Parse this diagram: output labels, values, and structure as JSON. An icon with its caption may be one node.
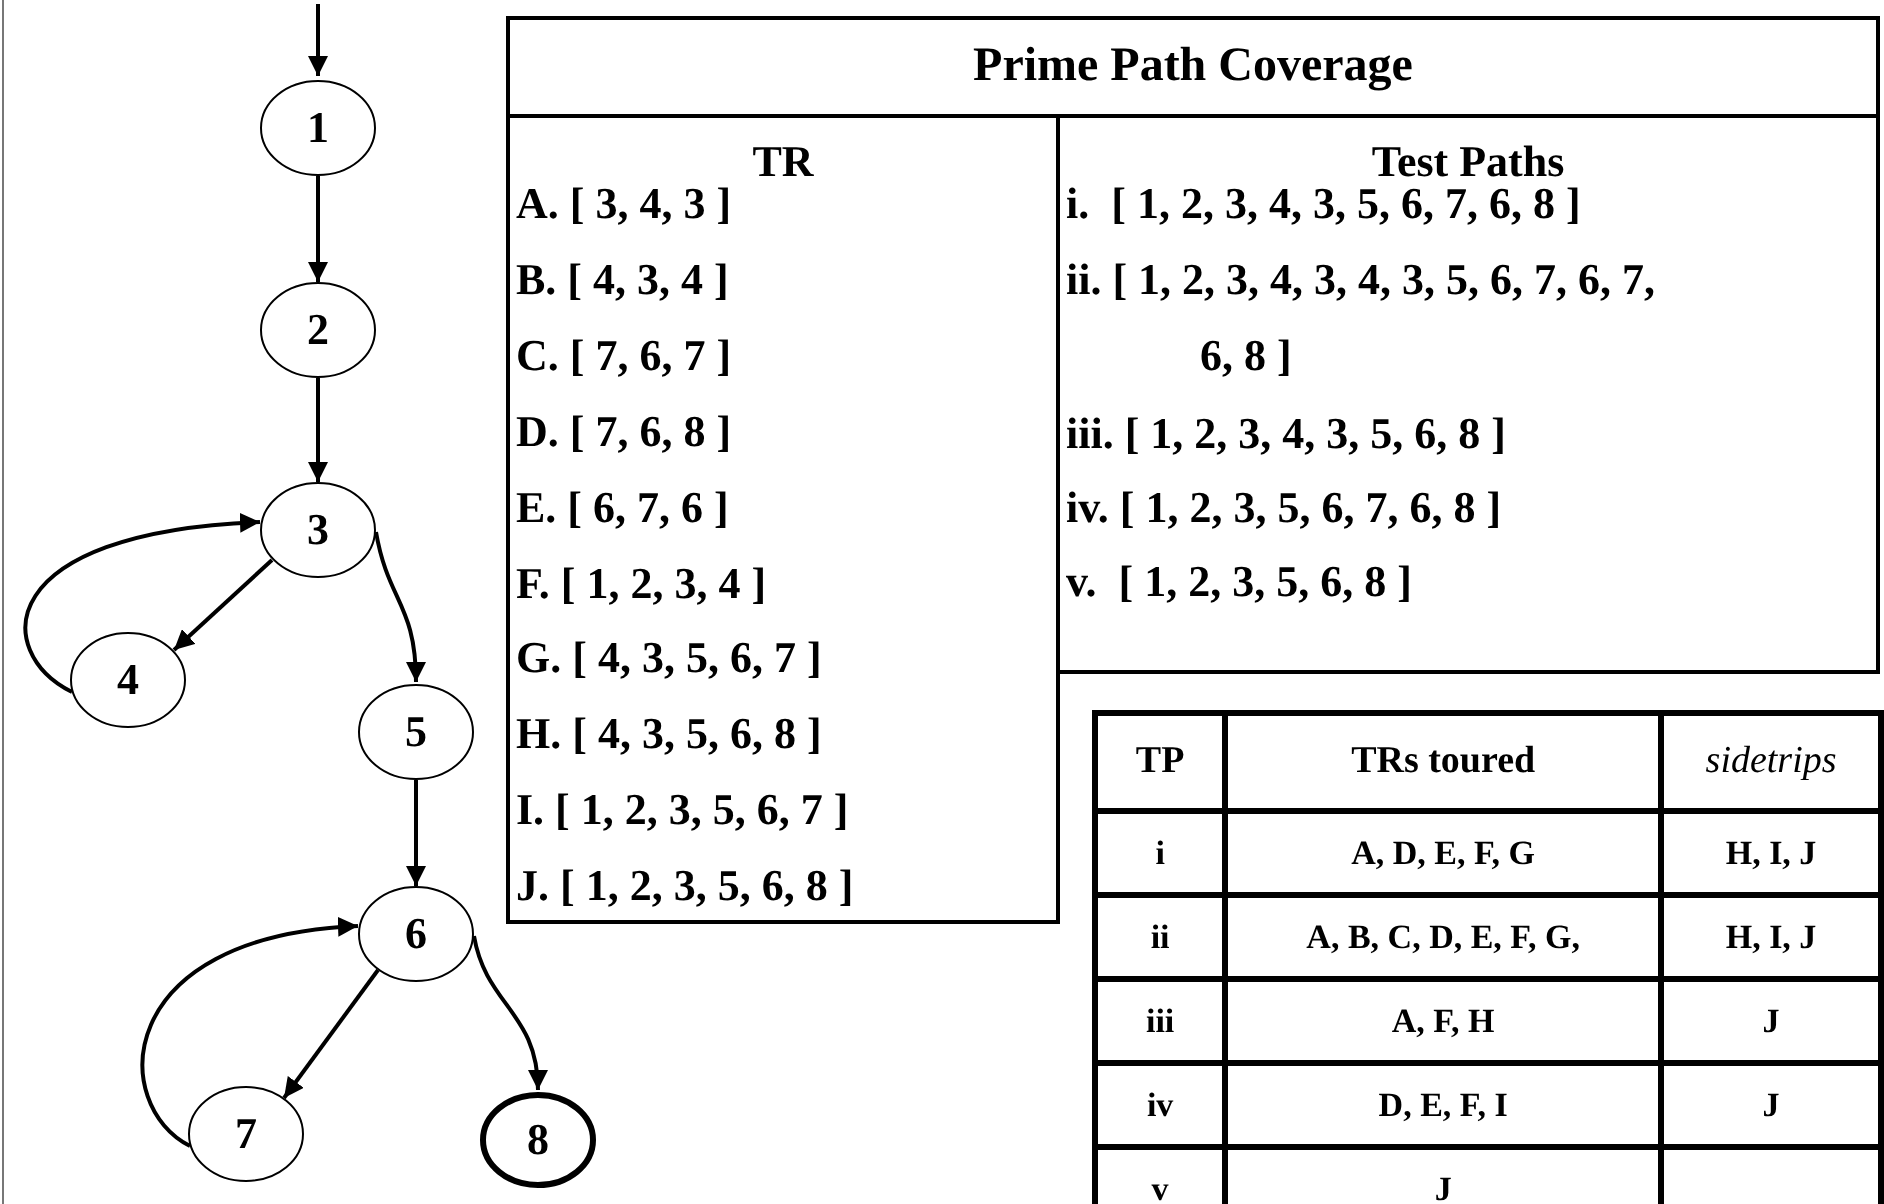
{
  "diagram": {
    "title": "Prime Path Coverage",
    "nodes": [
      {
        "text": [
          "1"
        ]
      },
      {
        "text": [
          "2"
        ]
      },
      {
        "text": [
          "3"
        ]
      },
      {
        "text": [
          "4"
        ]
      },
      {
        "text": [
          "5"
        ]
      },
      {
        "text": [
          "6"
        ]
      },
      {
        "text": [
          "7"
        ]
      },
      {
        "text": [
          "8"
        ]
      }
    ],
    "edges": [
      {
        "from": null,
        "to": 0,
        "arrow": "to"
      },
      {
        "from": 0,
        "to": 1,
        "arrow": "to"
      },
      {
        "from": 1,
        "to": 2,
        "arrow": "to"
      },
      {
        "from": 2,
        "to": 3,
        "arrow": "to"
      },
      {
        "from": 3,
        "to": 2,
        "arrow": "to"
      },
      {
        "from": 2,
        "to": 4,
        "arrow": "to"
      },
      {
        "from": 4,
        "to": 5,
        "arrow": "to"
      },
      {
        "from": 5,
        "to": 6,
        "arrow": "to"
      },
      {
        "from": 6,
        "to": 5,
        "arrow": "to"
      },
      {
        "from": 5,
        "to": 7,
        "arrow": "to"
      }
    ],
    "labels": [
      "TR",
      "A. [ 3, 4, 3 ]",
      "B. [ 4, 3, 4 ]",
      "C. [ 7, 6, 7 ]",
      "D. [ 7, 6, 8 ]",
      "E. [ 6, 7, 6 ]",
      "F. [ 1, 2, 3, 4 ]",
      "G. [ 4, 3, 5, 6, 7 ]",
      "H. [ 4, 3, 5, 6, 8 ]",
      "I. [ 1, 2, 3, 5, 6, 7 ]",
      "J. [ 1, 2, 3, 5, 6, 8 ]",
      "Test Paths",
      "i.  [ 1, 2, 3, 4, 3, 5, 6, 7, 6, 8 ]",
      "ii. [ 1, 2, 3, 4, 3, 4, 3, 5, 6, 7, 6, 7, 6, 8 ]",
      "iii. [ 1, 2, 3, 4, 3, 5, 6, 8 ]",
      "iv. [ 1, 2, 3, 5, 6, 7, 6, 8 ]",
      "v.  [ 1, 2, 3, 5, 6, 8 ]",
      "TP",
      "TRs toured",
      "sidetrips",
      "i",
      "A, D, E, F, G",
      "H, I, J",
      "ii",
      "A, B, C, D, E, F, G,",
      "H, I, J",
      "iii",
      "A, F, H",
      "J",
      "iv",
      "D, E, F, I",
      "J",
      "v",
      "J"
    ]
  }
}
